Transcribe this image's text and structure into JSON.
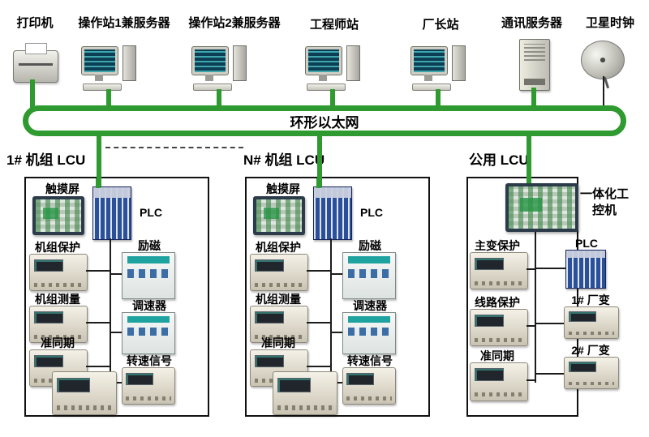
{
  "top_devices": [
    {
      "label": "打印机"
    },
    {
      "label": "操作站1兼服务器"
    },
    {
      "label": "操作站2兼服务器"
    },
    {
      "label": "工程师站"
    },
    {
      "label": "厂长站"
    },
    {
      "label": "通讯服务器"
    },
    {
      "label": "卫星时钟"
    }
  ],
  "network": {
    "label": "环形以太网"
  },
  "colors": {
    "line_green": "#2f9a2f",
    "box_border": "#111111",
    "plc_blue": "#2a4f9b"
  },
  "lcu1": {
    "title": "1# 机组 LCU",
    "touchscreen": "触摸屏",
    "plc": "PLC",
    "rows_left": [
      "机组保护",
      "机组测量",
      "准同期"
    ],
    "rows_right": [
      "励磁",
      "调速器",
      "转速信号"
    ]
  },
  "lcu2": {
    "title": "N# 机组 LCU",
    "touchscreen": "触摸屏",
    "plc": "PLC",
    "rows_left": [
      "机组保护",
      "机组测量",
      "准同期"
    ],
    "rows_right": [
      "励磁",
      "调速器",
      "转速信号"
    ]
  },
  "lcu3": {
    "title": "公用 LCU",
    "ipc": "一体化工控机",
    "plc": "PLC",
    "rows_left": [
      "主变保护",
      "线路保护",
      "准同期"
    ],
    "rows_right": [
      "1# 厂变",
      "2# 厂变"
    ]
  }
}
